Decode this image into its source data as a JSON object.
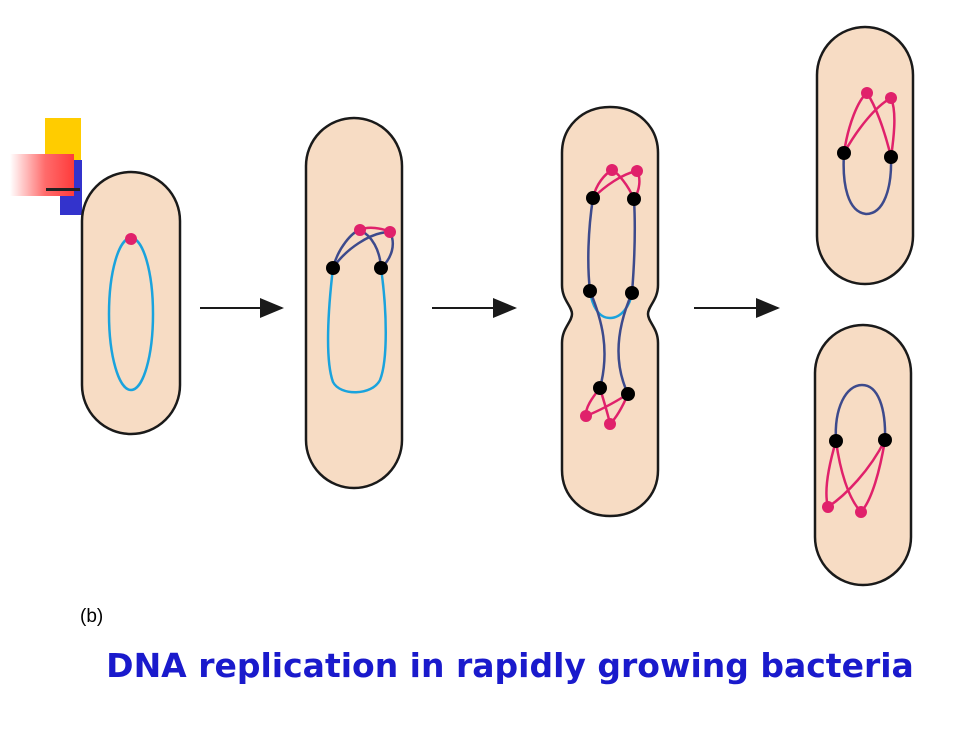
{
  "figure": {
    "panel_label": "(b)",
    "caption": "DNA replication in rapidly growing bacteria"
  },
  "colors": {
    "cell_fill": "#f7dcc4",
    "cell_outline": "#1a1a1a",
    "parental_dna": "#1aa3dd",
    "new_dna": "#3d4a8c",
    "newest_dna": "#e0216b",
    "replication_fork": "#000000",
    "caption": "#1a1acc"
  },
  "stages": [
    {
      "name": "stage-1-single-origin"
    },
    {
      "name": "stage-2-first-round-replication"
    },
    {
      "name": "stage-3-dividing-cell"
    },
    {
      "name": "stage-4-daughter-cells"
    }
  ]
}
